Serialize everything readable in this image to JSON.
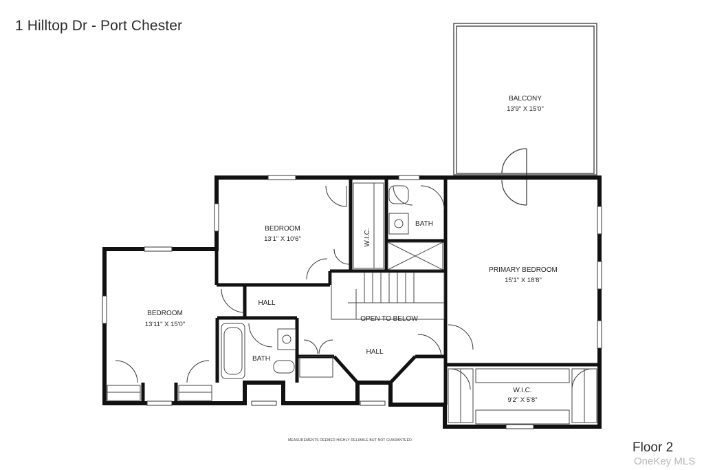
{
  "header": {
    "title": "1 Hilltop Dr - Port Chester"
  },
  "footer": {
    "floor_label": "Floor 2",
    "watermark": "OneKey MLS",
    "disclaimer": "MEASUREMENTS DEEMED HIGHLY RELIABLE BUT NOT GUARANTEED."
  },
  "rooms": {
    "balcony": {
      "name": "BALCONY",
      "dims": "13'9\" X 15'0\""
    },
    "bedroom_top": {
      "name": "BEDROOM",
      "dims": "13'1\" X 10'6\""
    },
    "wic_top": {
      "name": "W.I.C."
    },
    "bath_top": {
      "name": "BATH"
    },
    "primary_bedroom": {
      "name": "PRIMARY BEDROOM",
      "dims": "15'1\" X 18'8\""
    },
    "bedroom_left": {
      "name": "BEDROOM",
      "dims": "13'11\" X 15'0\""
    },
    "hall_upper": {
      "name": "HALL"
    },
    "open_to_below": {
      "name": "OPEN TO BELOW"
    },
    "bath_lower": {
      "name": "BATH"
    },
    "hall_lower": {
      "name": "HALL"
    },
    "wic_primary": {
      "name": "W.I.C.",
      "dims": "9'2\" X 5'8\""
    }
  }
}
